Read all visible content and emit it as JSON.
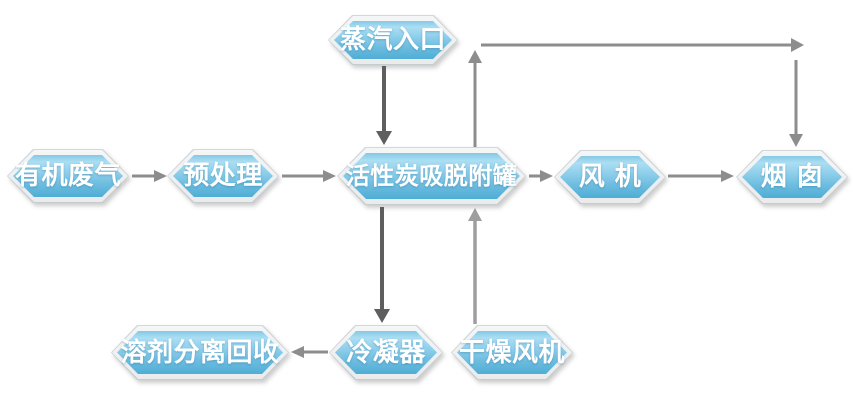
{
  "diagram": {
    "description": "Organic waste gas activated-carbon adsorption/desorption process flow",
    "nodes": [
      {
        "id": "steam-inlet",
        "label": "蒸汽入口"
      },
      {
        "id": "organic-waste-gas",
        "label": "有机废气"
      },
      {
        "id": "pretreatment",
        "label": "预处理"
      },
      {
        "id": "adsorption-tank",
        "label": "活性炭吸脱附罐"
      },
      {
        "id": "fan",
        "label": "风 机"
      },
      {
        "id": "chimney",
        "label": "烟 囱"
      },
      {
        "id": "solvent-recovery",
        "label": "溶剂分离回收"
      },
      {
        "id": "condenser",
        "label": "冷凝器"
      },
      {
        "id": "drying-fan",
        "label": "干燥风机"
      }
    ],
    "edges": [
      {
        "from": "organic-waste-gas",
        "to": "pretreatment",
        "style": "mid"
      },
      {
        "from": "pretreatment",
        "to": "adsorption-tank",
        "style": "mid"
      },
      {
        "from": "steam-inlet",
        "to": "adsorption-tank",
        "style": "dark"
      },
      {
        "from": "adsorption-tank",
        "to": "fan",
        "style": "mid"
      },
      {
        "from": "fan",
        "to": "chimney",
        "style": "mid"
      },
      {
        "from": "adsorption-tank",
        "to": "chimney",
        "style": "mid",
        "route": "up-over-down bypass"
      },
      {
        "from": "adsorption-tank",
        "to": "condenser",
        "style": "dark"
      },
      {
        "from": "condenser",
        "to": "solvent-recovery",
        "style": "mid"
      },
      {
        "from": "drying-fan",
        "to": "adsorption-tank",
        "style": "light"
      }
    ],
    "colors": {
      "node_fill_top": "#abdef3",
      "node_fill_bottom": "#4fadd5",
      "node_border_band": "#f2f4f5",
      "node_outline": "#c8cdd0",
      "node_text": "#ffffff",
      "arrow_dark": "#5e5e5e",
      "arrow_mid": "#8d8d8d",
      "arrow_light": "#9e9e9e",
      "background": "#ffffff"
    }
  }
}
